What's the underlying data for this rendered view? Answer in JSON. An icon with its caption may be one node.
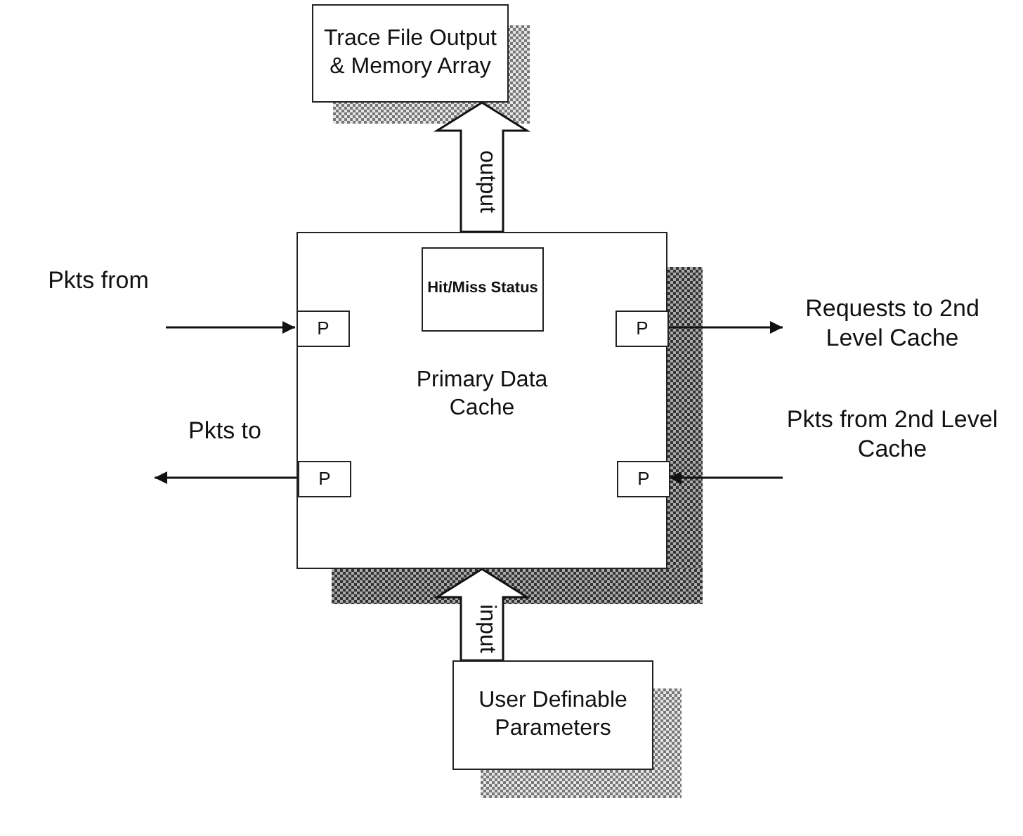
{
  "diagram": {
    "nodes": [
      {
        "text": [
          "Trace File Output & Memory Array"
        ]
      },
      {
        "text": [
          "Primary Data Cache"
        ]
      },
      {
        "text": [
          "Hit/Miss Status"
        ],
        "in": 1
      },
      {
        "text": [
          "P"
        ],
        "in": 1
      },
      {
        "text": [
          "P"
        ],
        "in": 1
      },
      {
        "text": [
          "P"
        ],
        "in": 1
      },
      {
        "text": [
          "P"
        ],
        "in": 1
      },
      {
        "text": [
          "Pkts from"
        ]
      },
      {
        "text": [
          "Requests to 2nd Level Cache"
        ]
      },
      {
        "text": [
          "Pkts to"
        ]
      },
      {
        "text": [
          "Pkts from 2nd Level Cache"
        ]
      },
      {
        "text": [
          "User Definable Parameters"
        ]
      }
    ],
    "edges": [
      {
        "from": 7,
        "to": 3,
        "arrow": "to"
      },
      {
        "from": 4,
        "to": 8,
        "arrow": "to"
      },
      {
        "from": 5,
        "to": 9,
        "arrow": "to"
      },
      {
        "from": 10,
        "to": 6,
        "arrow": "to"
      },
      {
        "from": 11,
        "to": 1,
        "arrow": "to",
        "label": "input",
        "style": "thick"
      },
      {
        "from": 1,
        "to": 0,
        "arrow": "to",
        "label": "output",
        "style": "thick"
      }
    ]
  }
}
